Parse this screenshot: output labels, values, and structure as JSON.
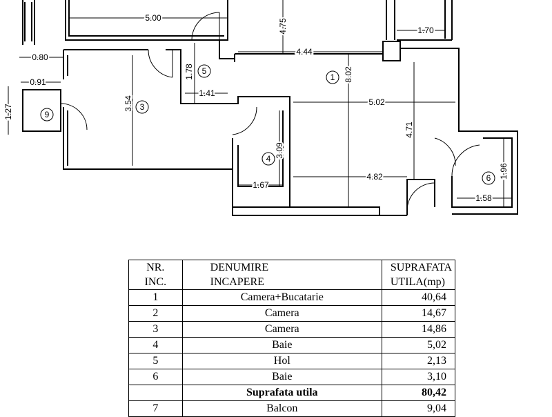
{
  "plan": {
    "dimensions": {
      "d_500": "5.00",
      "d_475": "4.75",
      "d_170": "1.70",
      "d_080": "0.80",
      "d_444": "4.44",
      "d_091": "0.91",
      "d_178": "1.78",
      "d_802": "8.02",
      "d_354": "3.54",
      "d_141": "1.41",
      "d_127": "1.27",
      "d_502": "5.02",
      "d_471": "4.71",
      "d_309": "3.09",
      "d_482": "4.82",
      "d_196": "1.96",
      "d_167": "1.67",
      "d_158": "1.58"
    },
    "rooms": {
      "r1": "1",
      "r3": "3",
      "r4": "4",
      "r5": "5",
      "r6": "6",
      "r9": "9"
    }
  },
  "table": {
    "headers": {
      "nr_line1": "NR.",
      "nr_line2": "INC.",
      "name_line1": "DENUMIRE",
      "name_line2": "INCAPERE",
      "area_line1": "SUPRAFATA",
      "area_line2": "UTILA(mp)"
    },
    "rows": [
      {
        "nr": "1",
        "name": "Camera+Bucatarie",
        "area": "40,64"
      },
      {
        "nr": "2",
        "name": "Camera",
        "area": "14,67"
      },
      {
        "nr": "3",
        "name": "Camera",
        "area": "14,86"
      },
      {
        "nr": "4",
        "name": "Baie",
        "area": "5,02"
      },
      {
        "nr": "5",
        "name": "Hol",
        "area": "2,13"
      },
      {
        "nr": "6",
        "name": "Baie",
        "area": "3,10"
      }
    ],
    "total": {
      "label": "Suprafata utila",
      "area": "80,42"
    },
    "extra": [
      {
        "nr": "7",
        "name": "Balcon",
        "area": "9,04"
      }
    ]
  }
}
